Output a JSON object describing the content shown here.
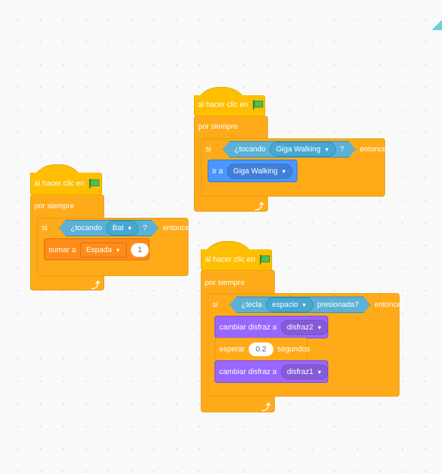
{
  "scripts": [
    {
      "hat": "al hacer clic en",
      "forever": "por siempre",
      "if": "si",
      "cond_pre": "¿tocando",
      "cond_menu": "Bat",
      "cond_post": "?",
      "then": "entonces",
      "inner": [
        {
          "type": "variable",
          "label": "sumar a",
          "menu": "Espada",
          "value": "1"
        }
      ]
    },
    {
      "hat": "al hacer clic en",
      "forever": "por siempre",
      "if": "si",
      "cond_pre": "¿tocando",
      "cond_menu": "Giga Walking",
      "cond_post": "?",
      "then": "entonces",
      "inner": [
        {
          "type": "motion",
          "label": "ir a",
          "menu": "Giga Walking"
        }
      ]
    },
    {
      "hat": "al hacer clic en",
      "forever": "por siempre",
      "if": "si",
      "cond_pre": "¿tecla",
      "cond_menu": "espacio",
      "cond_post": "presionada?",
      "then": "entonces",
      "inner": [
        {
          "type": "looks",
          "label": "cambiar disfraz a",
          "menu": "disfraz2"
        },
        {
          "type": "control",
          "label": "esperar",
          "value": "0.2",
          "suffix": "segundos"
        },
        {
          "type": "looks",
          "label": "cambiar disfraz a",
          "menu": "disfraz1"
        }
      ]
    }
  ],
  "colors": {
    "events": "#ffbf00",
    "control": "#ffab19",
    "sensing": "#5cb1d6",
    "variables": "#ff8c1a",
    "motion": "#4c97ff",
    "looks": "#9966ff"
  }
}
